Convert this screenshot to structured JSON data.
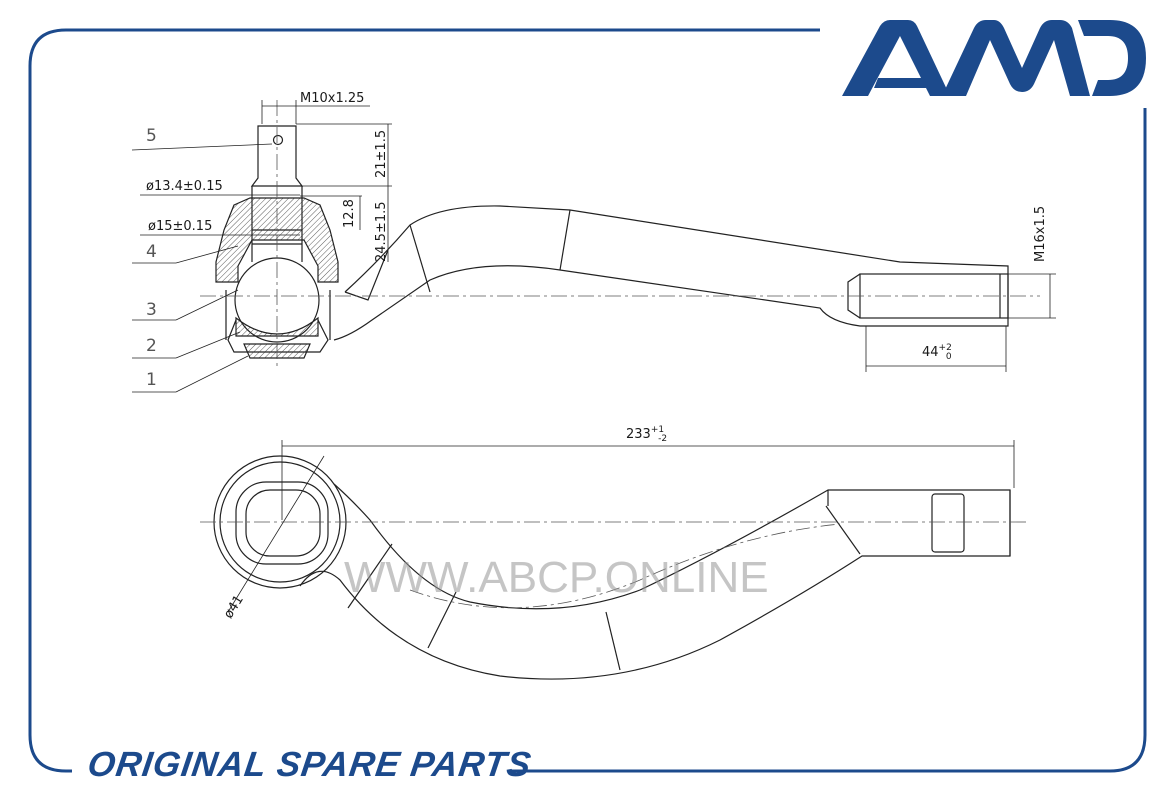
{
  "brand": {
    "logo_text": "AMD",
    "accent_color": "#1c4a8c",
    "footer_slogan": "ORIGINAL SPARE PARTS"
  },
  "watermark": "WWW.ABCP.ONLINE",
  "dimensions": {
    "thread_top": "M10x1.25",
    "diameter_13": "ø13.4±0.15",
    "diameter_15": "ø15±0.15",
    "height_21": "21±1.5",
    "height_12": "12.8",
    "height_24": "24.5±1.5",
    "thread_end": "M16x1.5",
    "thread_length": "44",
    "thread_length_tol_upper": "+2",
    "thread_length_tol_lower": "0",
    "total_length": "233",
    "total_length_tol_upper": "+1",
    "total_length_tol_lower": "-2",
    "eye_diameter": "ø41"
  },
  "callouts": [
    "5",
    "4",
    "3",
    "2",
    "1"
  ]
}
